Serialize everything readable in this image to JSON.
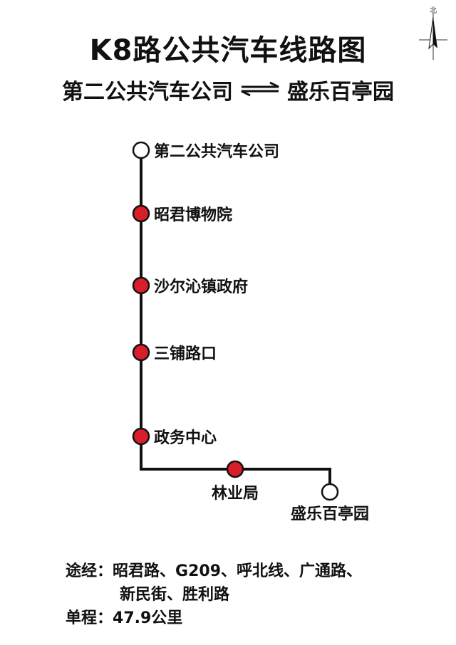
{
  "title": "K8路公共汽车线路图",
  "subtitle": {
    "from": "第二公共汽车公司",
    "to": "盛乐百亭园"
  },
  "compass": {
    "north_label": "北",
    "icon": "compass-icon"
  },
  "colors": {
    "line": "#111111",
    "intermediate_stop": "#d81e2a",
    "terminal_stop": "#ffffff"
  },
  "stops": [
    {
      "name": "第二公共汽车公司",
      "type": "terminal"
    },
    {
      "name": "昭君博物院",
      "type": "intermediate"
    },
    {
      "name": "沙尔沁镇政府",
      "type": "intermediate"
    },
    {
      "name": "三铺路口",
      "type": "intermediate"
    },
    {
      "name": "政务中心",
      "type": "intermediate"
    },
    {
      "name": "林业局",
      "type": "intermediate"
    },
    {
      "name": "盛乐百亭园",
      "type": "terminal"
    }
  ],
  "info": {
    "via_label": "途经：",
    "via_line1": "昭君路、G209、呼北线、广通路、",
    "via_line2": "新民街、胜利路",
    "distance_label": "单程：",
    "distance_value": "47.9公里"
  }
}
